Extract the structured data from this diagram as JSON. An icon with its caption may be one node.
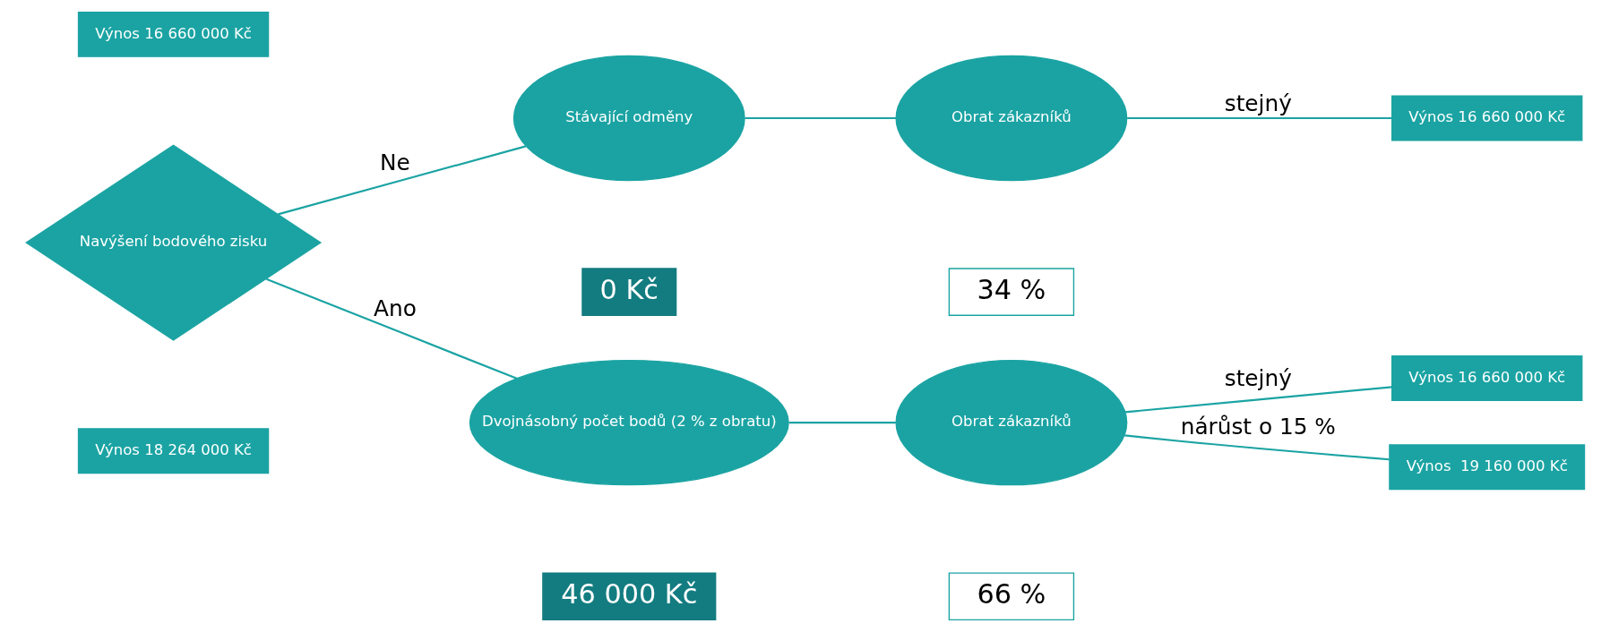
{
  "diagram": {
    "nodes": [
      {
        "text": [
          "Navýšení bodového zisku"
        ]
      },
      {
        "text": [
          "Stávající odměny"
        ],
        "beside": [
          "0 Kč"
        ]
      },
      {
        "text": [
          "Dvojnásobný počet bodů (2 % z obratu)"
        ],
        "beside": [
          "46 000 Kč"
        ]
      },
      {
        "text": [
          "Obrat zákazníků"
        ]
      },
      {
        "text": [
          "Obrat zákazníků"
        ]
      },
      {
        "text": [
          "Výnos 16 660 000 Kč"
        ]
      },
      {
        "text": [
          "Výnos 16 660 000 Kč"
        ]
      },
      {
        "text": [
          "Výnos  19 160 000 Kč"
        ]
      },
      {
        "text": [
          "Výnos 16 660 000 Kč"
        ]
      },
      {
        "text": [
          "Výnos 18 264 000 Kč"
        ]
      }
    ],
    "edges": [
      {
        "from": 0,
        "to": 1,
        "arrow": "none",
        "label": "Ne"
      },
      {
        "from": 0,
        "to": 2,
        "arrow": "none",
        "label": "Ano"
      },
      {
        "from": 1,
        "to": 3,
        "arrow": "none"
      },
      {
        "from": 2,
        "to": 4,
        "arrow": "none"
      },
      {
        "from": 3,
        "to": 5,
        "arrow": "none",
        "label": "stejný"
      },
      {
        "from": 4,
        "to": 6,
        "arrow": "none",
        "label": "stejný"
      },
      {
        "from": 4,
        "to": 7,
        "arrow": "none",
        "label": "nárůst o 15 %"
      }
    ],
    "labels": [
      "34 %",
      "66 %"
    ]
  }
}
